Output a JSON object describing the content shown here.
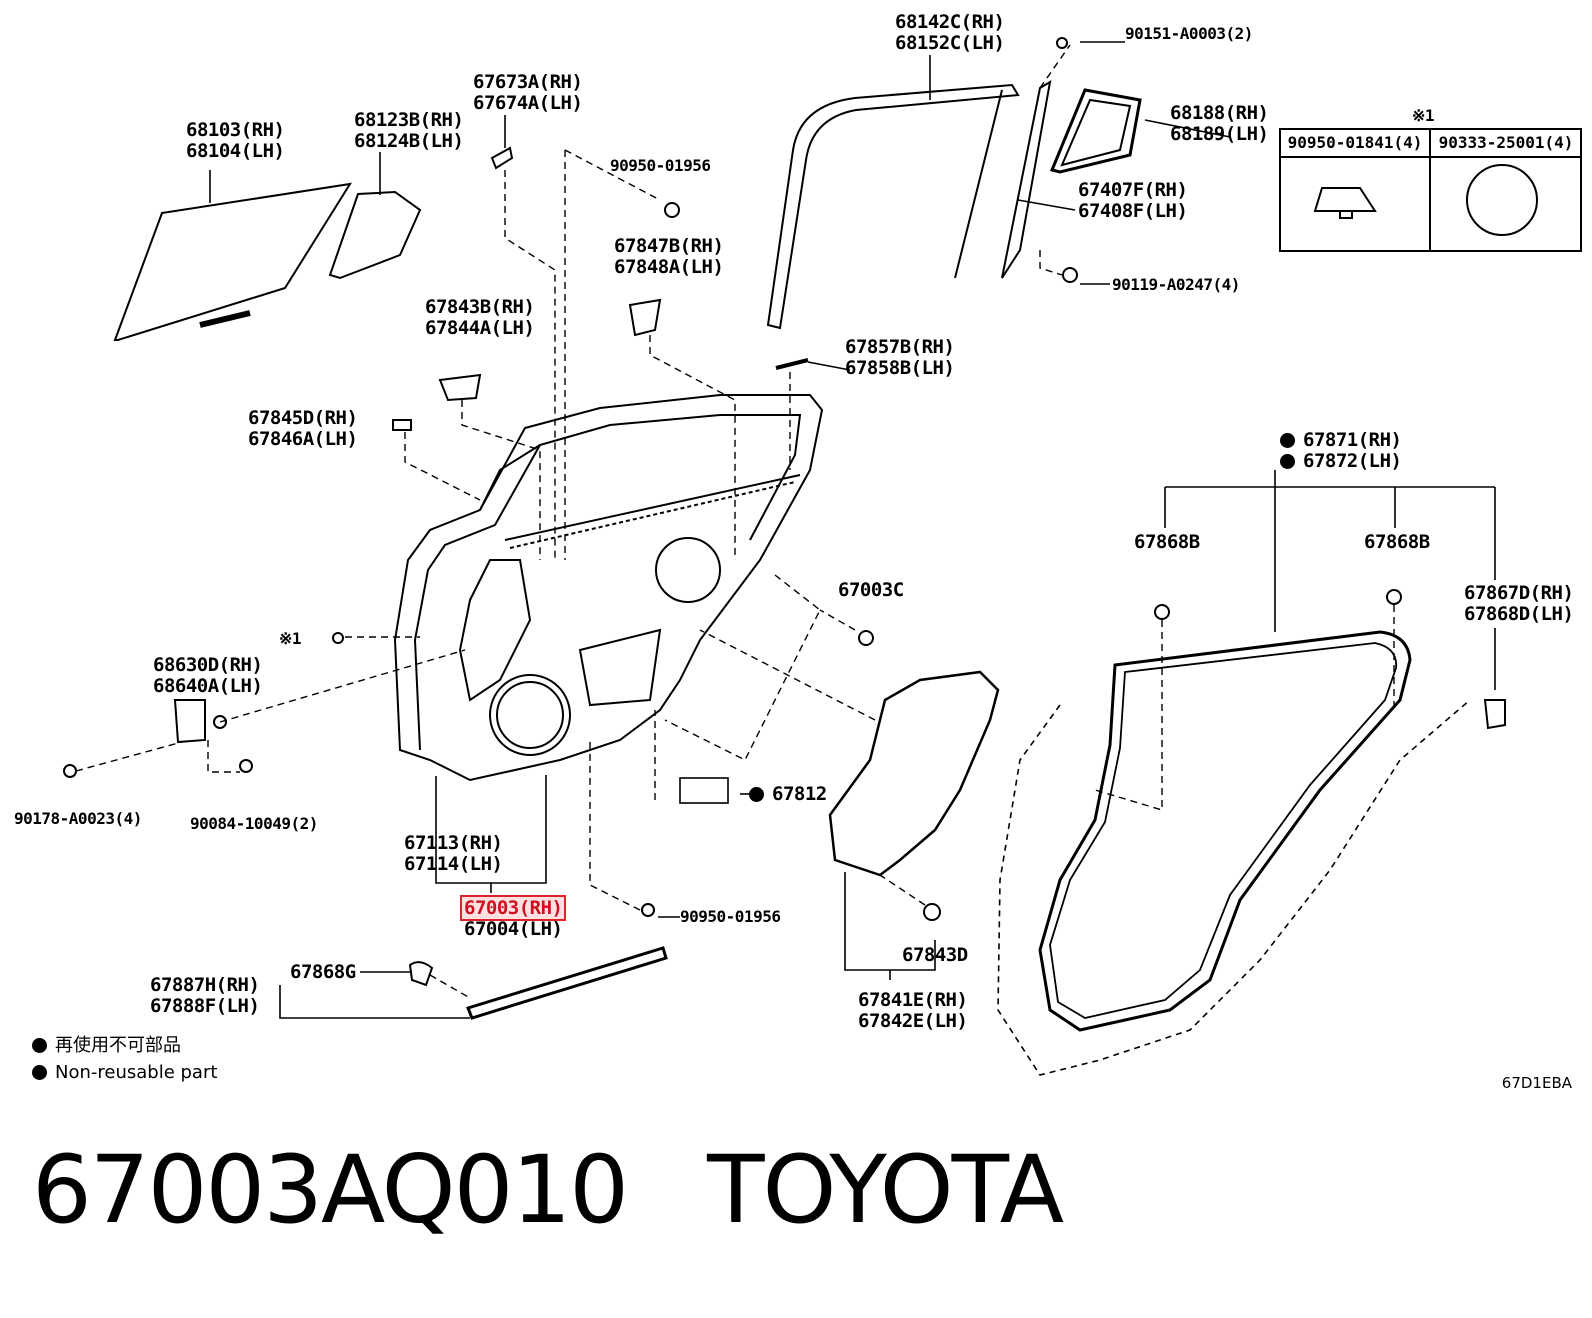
{
  "labels": {
    "p68103": [
      "68103(RH)",
      "68104(LH)"
    ],
    "p68123": [
      "68123B(RH)",
      "68124B(LH)"
    ],
    "p67673": [
      "67673A(RH)",
      "67674A(LH)"
    ],
    "p90950a": "90950-01956",
    "p67847": [
      "67847B(RH)",
      "67848A(LH)"
    ],
    "p67843": [
      "67843B(RH)",
      "67844A(LH)"
    ],
    "p67845": [
      "67845D(RH)",
      "67846A(LH)"
    ],
    "p68142": [
      "68142C(RH)",
      "68152C(LH)"
    ],
    "p90151": "90151-A0003(2)",
    "p68188": [
      "68188(RH)",
      "68189(LH)"
    ],
    "p67407": [
      "67407F(RH)",
      "67408F(LH)"
    ],
    "p90119": "90119-A0247(4)",
    "p67857": [
      "67857B(RH)",
      "67858B(LH)"
    ],
    "p67003c": "67003C",
    "mark1": "※1",
    "p68630": [
      "68630D(RH)",
      "68640A(LH)"
    ],
    "p90178": "90178-A0023(4)",
    "p90084": "90084-10049(2)",
    "p67812": "67812",
    "p67113": [
      "67113(RH)",
      "67114(LH)"
    ],
    "p67003": [
      "67003(RH)",
      "67004(LH)"
    ],
    "p90950b": "90950-01956",
    "p67843d": "67843D",
    "p67841": [
      "67841E(RH)",
      "67842E(LH)"
    ],
    "p67868g": "67868G",
    "p67887": [
      "67887H(RH)",
      "67888F(LH)"
    ],
    "p67871": [
      "67871(RH)",
      "67872(LH)"
    ],
    "p67868b_left": "67868B",
    "p67868b_right": "67868B",
    "p67867": [
      "67867D(RH)",
      "67868D(LH)"
    ]
  },
  "table": {
    "note": "※1",
    "col1": "90950-01841(4)",
    "col2": "90333-25001(4)"
  },
  "legend": {
    "line1": "再使用不可部品",
    "line2": "Non-reusable part"
  },
  "diagram_code": "67D1EBA",
  "title": {
    "part_number": "67003AQ010",
    "brand": "TOYOTA"
  },
  "colors": {
    "line": "#000000",
    "highlight_border": "#e0202a",
    "highlight_text": "#d01020"
  }
}
